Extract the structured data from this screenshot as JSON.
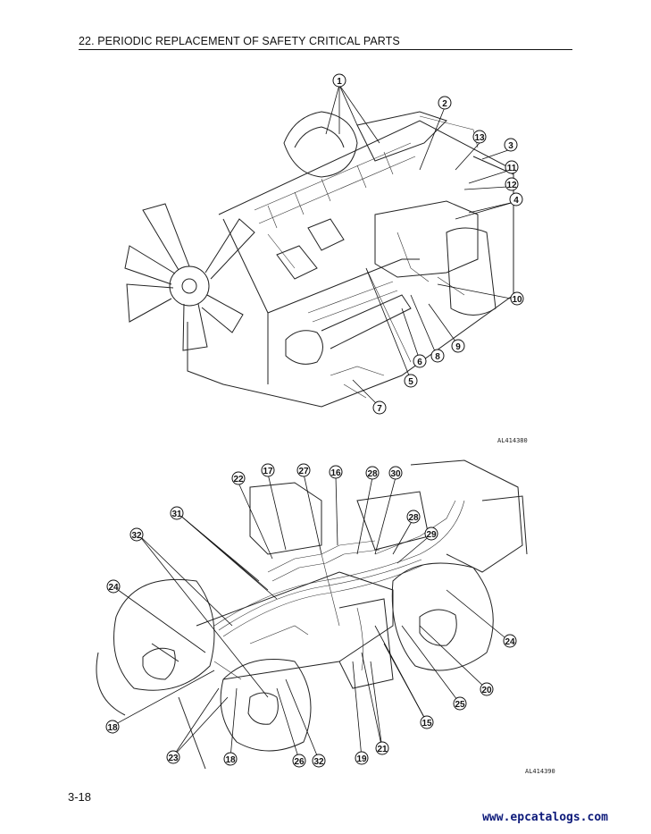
{
  "header": {
    "title": "22. PERIODIC REPLACEMENT OF SAFETY CRITICAL PARTS"
  },
  "figures": {
    "top": {
      "code": "AL414380"
    },
    "bottom": {
      "code": "AL414390"
    }
  },
  "footer": {
    "page": "3-18",
    "watermark": "www.epcatalogs.com"
  },
  "callouts": {
    "c1": "1",
    "c2": "2",
    "c3": "3",
    "c4": "4",
    "c5": "5",
    "c6": "6",
    "c7": "7",
    "c8": "8",
    "c9": "9",
    "c10": "10",
    "c11": "11",
    "c12": "12",
    "c13": "13",
    "c15": "15",
    "c16": "16",
    "c17": "17",
    "c18": "18",
    "c19": "19",
    "c20": "20",
    "c21": "21",
    "c22": "22",
    "c23": "23",
    "c24": "24",
    "c25": "25",
    "c26": "26",
    "c27": "27",
    "c28": "28",
    "c29": "29",
    "c30": "30",
    "c31": "31",
    "c32": "32"
  }
}
